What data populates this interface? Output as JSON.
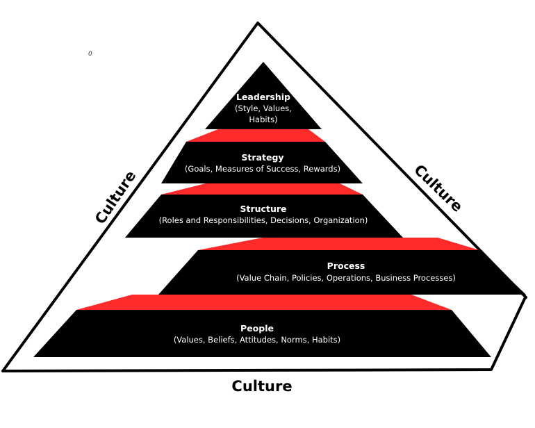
{
  "stray_mark": "0",
  "culture": {
    "left": "Culture",
    "right": "Culture",
    "bottom": "Culture"
  },
  "levels": [
    {
      "title": "Leadership",
      "subtitle_lines": [
        "(Style, Values,",
        "Habits)"
      ]
    },
    {
      "title": "Strategy",
      "subtitle_lines": [
        "(Goals, Measures of Success, Rewards)"
      ]
    },
    {
      "title": "Structure",
      "subtitle_lines": [
        "(Roles and Responsibilities, Decisions, Organization)"
      ]
    },
    {
      "title": "Process",
      "subtitle_lines": [
        "(Value Chain, Policies, Operations, Business Processes)"
      ]
    },
    {
      "title": "People",
      "subtitle_lines": [
        "(Values, Beliefs, Attitudes, Norms, Habits)"
      ]
    }
  ],
  "colors": {
    "tier_fill": "#000000",
    "connector_fill": "#ff2a2a",
    "outline": "#000000",
    "text": "#ffffff"
  }
}
